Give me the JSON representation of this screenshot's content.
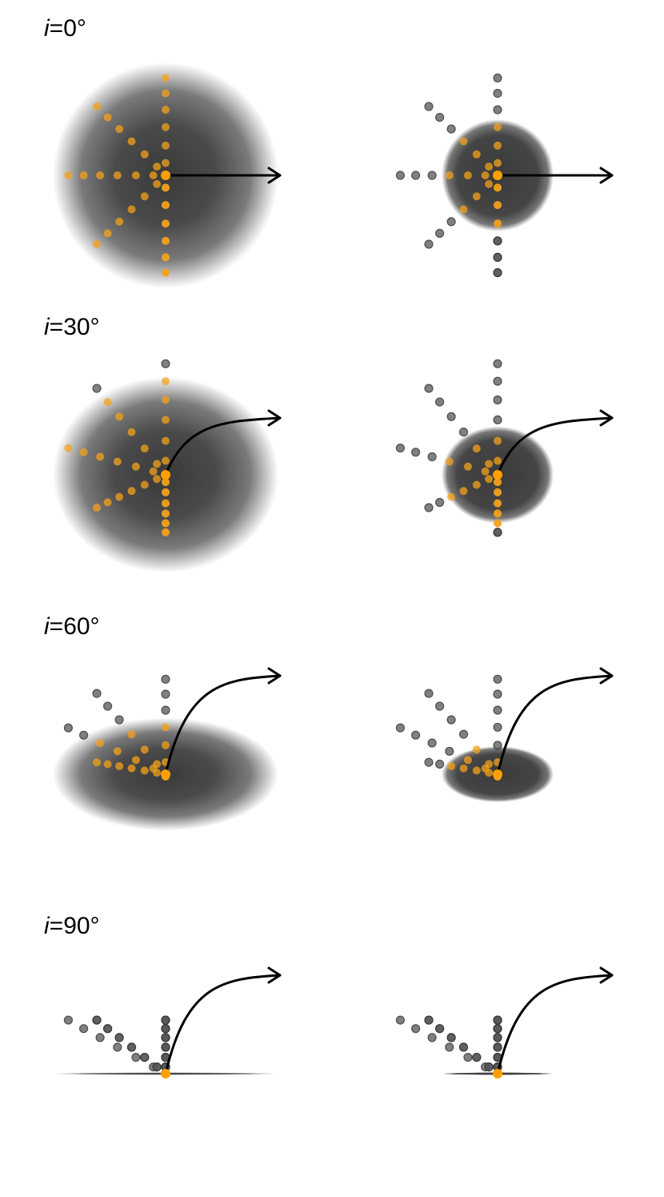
{
  "rows": [
    {
      "label_var": "i",
      "label_value": "=0°",
      "inclination_deg": 0
    },
    {
      "label_var": "i",
      "label_value": "=30°",
      "inclination_deg": 30
    },
    {
      "label_var": "i",
      "label_value": "=60°",
      "inclination_deg": 60
    },
    {
      "label_var": "i",
      "label_value": "=90°",
      "inclination_deg": 90
    }
  ],
  "columns": [
    {
      "disk": "large"
    },
    {
      "disk": "small"
    }
  ],
  "colors": {
    "disk_core": "#3a3a3a",
    "visible_point": "#f4a21a",
    "hidden_point": "#555555",
    "origin_point": "#ff9f00",
    "arrow": "#000000"
  }
}
